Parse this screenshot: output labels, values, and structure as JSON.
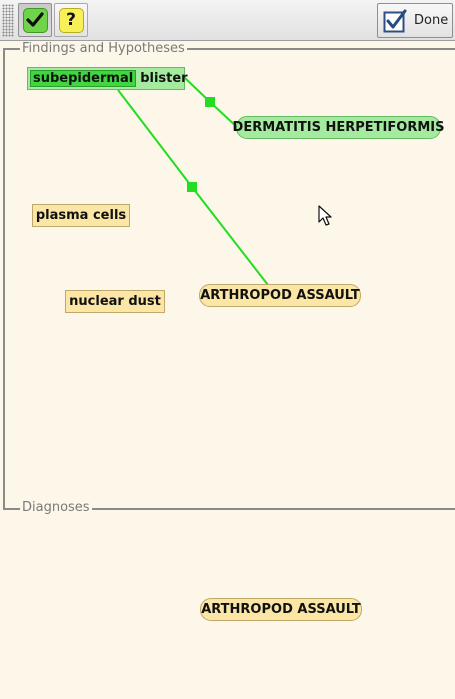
{
  "toolbar": {
    "check_icon": "check-icon",
    "help_icon": "question-icon",
    "help_glyph": "?",
    "done_label": "Done"
  },
  "sections": {
    "findings_title": "Findings and Hypotheses",
    "diagnoses_title": "Diagnoses"
  },
  "findings": {
    "blister_highlight": "subepidermal",
    "blister_rest": "blister",
    "plasma": "plasma cells",
    "nuclear": "nuclear dust"
  },
  "hypotheses": {
    "dermatitis": "DERMATITIS HERPETIFORMIS",
    "arthropod": "ARTHROPOD ASSAULT"
  },
  "diagnoses": {
    "arthropod": "ARTHROPOD ASSAULT"
  },
  "colors": {
    "link": "#22dd22",
    "finding_fill": "#fbe6a5",
    "matched_fill": "#a4eba0",
    "background": "#fcf7e8"
  }
}
